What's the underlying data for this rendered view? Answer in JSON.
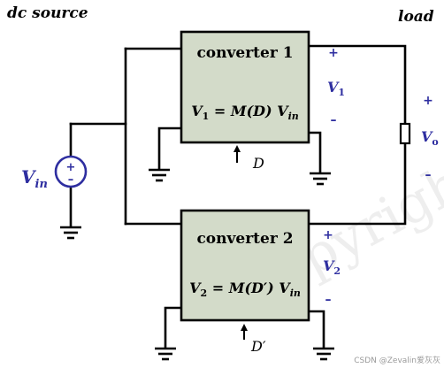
{
  "labels": {
    "source": "dc source",
    "load": "load"
  },
  "converter1": {
    "title": "converter 1",
    "equation": {
      "lhs": "V",
      "lhs_sub": "1",
      "rhs_pre": " = M(",
      "arg": "D",
      "rhs_post": ") V",
      "rhs_sub": "in"
    },
    "control": "D",
    "voltage": {
      "plus": "+",
      "minus": "–",
      "symbol": "V",
      "sub": "1"
    }
  },
  "converter2": {
    "title": "converter 2",
    "equation": {
      "lhs": "V",
      "lhs_sub": "2",
      "rhs_pre": " = M(",
      "arg": "D′",
      "rhs_post": ") V",
      "rhs_sub": "in"
    },
    "control": "D′",
    "voltage": {
      "plus": "+",
      "minus": "–",
      "symbol": "V",
      "sub": "2"
    }
  },
  "source": {
    "symbol": "V",
    "sub": "in",
    "plus": "+",
    "minus": "–"
  },
  "output": {
    "plus": "+",
    "minus": "–",
    "symbol": "V",
    "sub": "o"
  },
  "watermark": "Copyright",
  "credit": "CSDN @Zevalin爱灰灰",
  "colors": {
    "converter_fill": "#d3dbc9",
    "label_blue": "#2e2ea0",
    "wire": "#000000"
  }
}
